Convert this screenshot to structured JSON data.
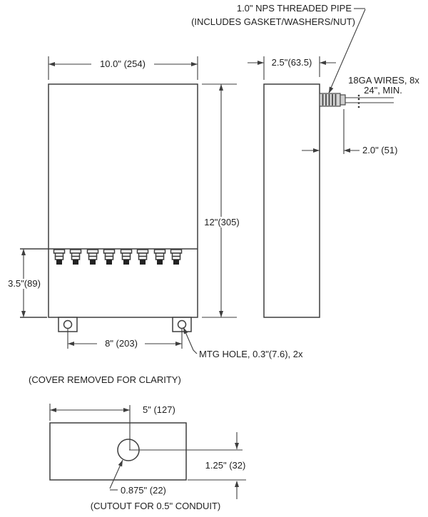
{
  "drawing": {
    "labels": {
      "pipe_line1": "1.0\" NPS THREADED PIPE",
      "pipe_line2": "(INCLUDES GASKET/WASHERS/NUT)",
      "wires_line1": "18GA WIRES, 8x",
      "wires_line2": "24\", MIN.",
      "mtg_hole": "MTG HOLE, 0.3\"(7.6), 2x",
      "cutout_dia": "0.875\" (22)"
    },
    "dimensions": {
      "front_width": "10.0\" (254)",
      "front_height": "12\"(305)",
      "terminal_zone": "3.5\"(89)",
      "hole_spacing": "8\" (203)",
      "side_depth": "2.5\"(63.5)",
      "pipe_extension": "2.0\" (51)",
      "cutout_offset_x": "5\" (127)",
      "cutout_offset_y": "1.25\" (32)"
    },
    "notes": {
      "cover": "(COVER REMOVED FOR CLARITY)",
      "cutout": "(CUTOUT FOR 0.5\" CONDUIT)"
    },
    "colors": {
      "line": "#3e3e3e",
      "text": "#1f1f1f",
      "pipe_fill": "#d4d4d4"
    }
  }
}
